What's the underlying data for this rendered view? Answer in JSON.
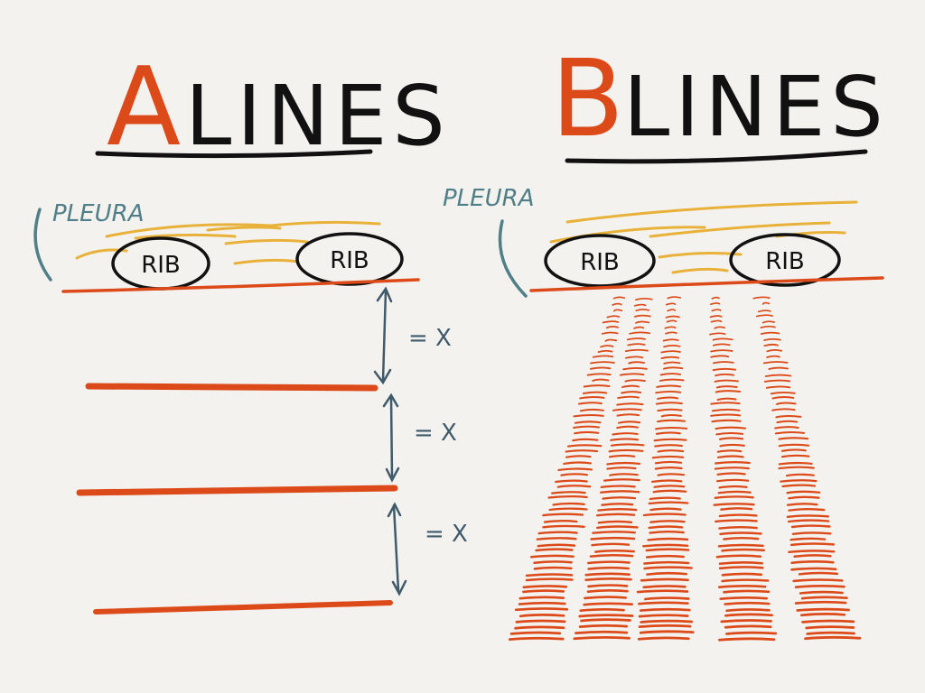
{
  "left_panel": {
    "title_letter": "A",
    "title_rest": "LINES",
    "pleura_label": "PLEURA",
    "rib_labels": [
      "RIB",
      "RIB"
    ],
    "spacing_labels": [
      "= X",
      "= X",
      "= X"
    ]
  },
  "right_panel": {
    "title_letter": "B",
    "title_rest": "LINES",
    "pleura_label": "PLEURA",
    "rib_labels": [
      "RIB",
      "RIB"
    ]
  },
  "colors": {
    "background": "#f4f2ee",
    "accent_orange": "#dc4a1a",
    "ink_black": "#111111",
    "pleura_teal": "#4f7f88",
    "tissue_yellow": "#e8b23a",
    "arrow_slate": "#3f5a6b"
  }
}
